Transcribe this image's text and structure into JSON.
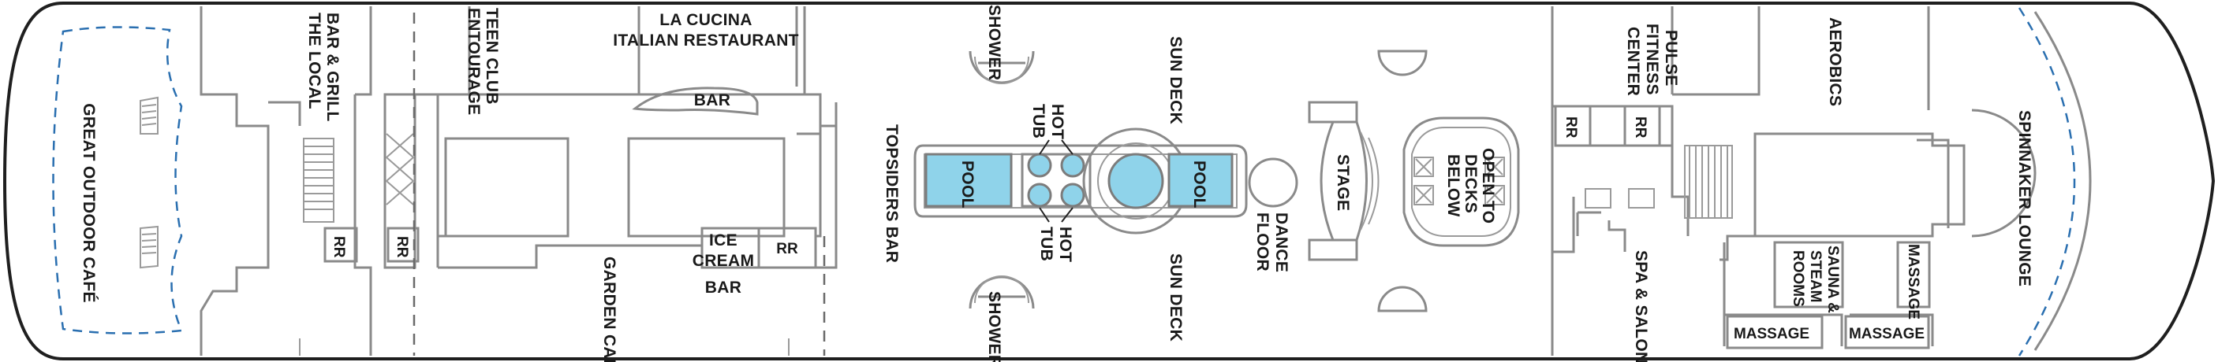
{
  "labels": {
    "great_outdoor_cafe": "GREAT OUTDOOR CAFÉ",
    "local_bar_1": "THE LOCAL",
    "local_bar_2": "BAR & GRILL",
    "rr": "RR",
    "entourage_1": "ENTOURAGE",
    "entourage_2": "TEEN CLUB",
    "la_cucina_1": "LA CUCINA",
    "la_cucina_2": "ITALIAN RESTAURANT",
    "bar": "BAR",
    "ice_cream_1": "ICE",
    "ice_cream_2": "CREAM",
    "ice_cream_3": "BAR",
    "garden_cafe": "GARDEN CAFÉ",
    "topsiders_bar": "TOPSIDERS BAR",
    "shower": "SHOWER",
    "pool": "POOL",
    "hot_tub_1": "HOT",
    "hot_tub_2": "TUB",
    "sun_deck": "SUN DECK",
    "dance_floor_1": "DANCE",
    "dance_floor_2": "FLOOR",
    "stage": "STAGE",
    "open_decks_1": "OPEN TO",
    "open_decks_2": "DECKS",
    "open_decks_3": "BELOW",
    "pulse_1": "PULSE",
    "pulse_2": "FITNESS",
    "pulse_3": "CENTER",
    "aerobics": "AEROBICS",
    "spa_salon": "SPA & SALON",
    "sauna_1": "SAUNA &",
    "sauna_2": "STEAM",
    "sauna_3": "ROOMS",
    "massage": "MASSAGE",
    "spinnaker": "SPINNAKER LOUNGE"
  },
  "colors": {
    "pool": "#8fd3ea",
    "hull": "#1f1f1f",
    "walls": "#8a8a8a",
    "promenade_dash": "#2a6fb0"
  }
}
